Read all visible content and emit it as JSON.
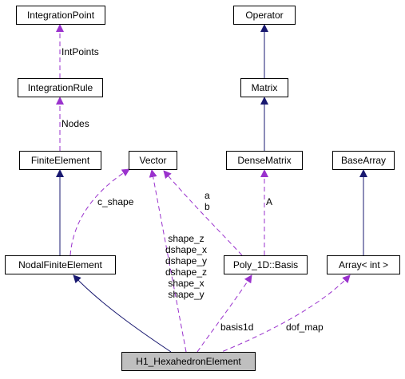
{
  "nodes": {
    "integration_point": "IntegrationPoint",
    "operator": "Operator",
    "integration_rule": "IntegrationRule",
    "matrix": "Matrix",
    "finite_element": "FiniteElement",
    "vector": "Vector",
    "dense_matrix": "DenseMatrix",
    "base_array": "BaseArray",
    "nodal_finite_element": "NodalFiniteElement",
    "poly_basis": "Poly_1D::Basis",
    "array_int": "Array< int >",
    "h1_hexahedron_element": "H1_HexahedronElement"
  },
  "edge_labels": {
    "int_points": "IntPoints",
    "nodes": "Nodes",
    "c_shape": "c_shape",
    "a": "a",
    "b": "b",
    "capital_a": "A",
    "shape_members": [
      "shape_z",
      "dshape_x",
      "dshape_y",
      "dshape_z",
      "shape_x",
      "shape_y"
    ],
    "basis1d": "basis1d",
    "dof_map": "dof_map"
  },
  "colors": {
    "inheritance": "#191970",
    "usage": "#9a32cd",
    "current_node_fill": "#bfbfbf"
  }
}
